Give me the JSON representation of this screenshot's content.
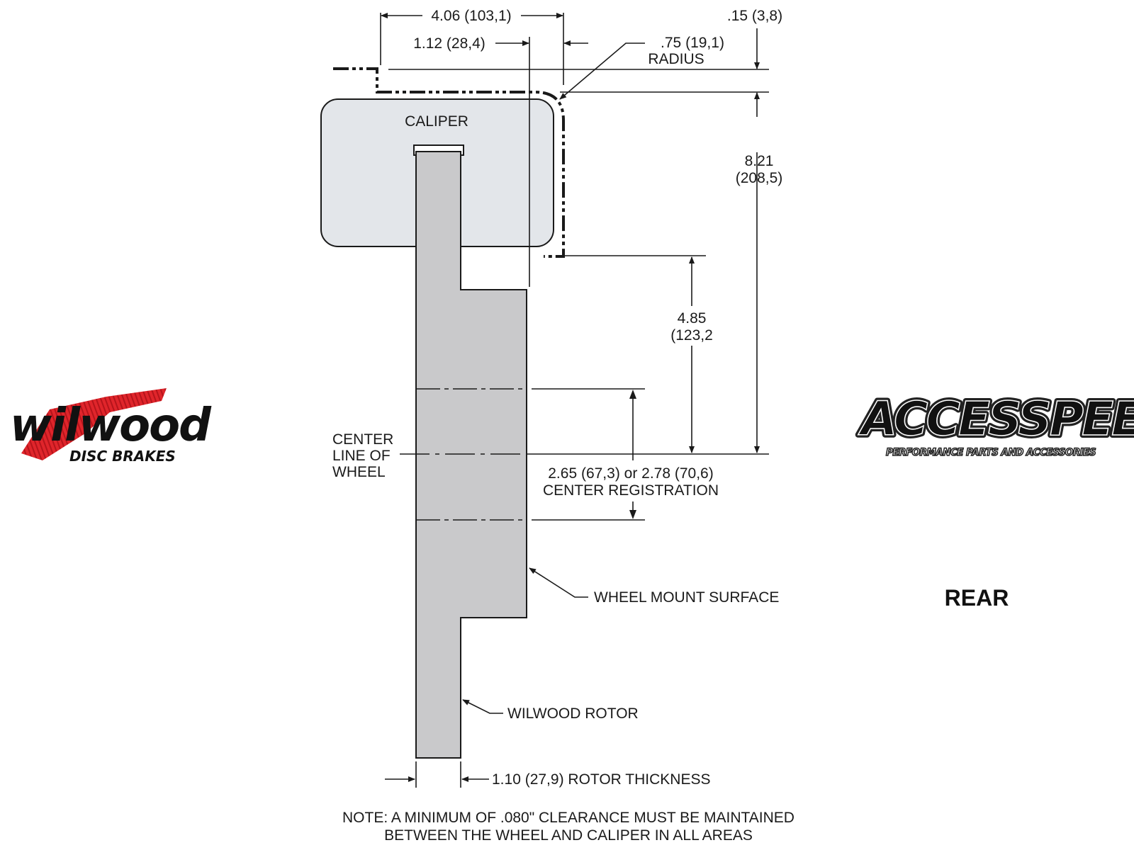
{
  "labels": {
    "caliper": "CALIPER",
    "dim_406": "4.06 (103,1)",
    "dim_112": "1.12 (28,4)",
    "dim_015": ".15 (3,8)",
    "dim_075_a": ".75 (19,1)",
    "dim_075_b": "RADIUS",
    "dim_821_a": "8.21",
    "dim_821_b": "(208,5)",
    "dim_485_a": "4.85",
    "dim_485_b": "(123,2",
    "centerline_1": "CENTER",
    "centerline_2": "LINE OF",
    "centerline_3": "WHEEL",
    "center_reg_1": "2.65 (67,3) or 2.78 (70,6)",
    "center_reg_2": "CENTER REGISTRATION",
    "wheel_mount": "WHEEL MOUNT SURFACE",
    "rotor": "WILWOOD ROTOR",
    "rotor_thickness": "1.10 (27,9) ROTOR THICKNESS",
    "note_1": "NOTE: A MINIMUM OF .080\" CLEARANCE MUST BE MAINTAINED",
    "note_2": "BETWEEN THE WHEEL AND CALIPER IN ALL AREAS",
    "view": "REAR"
  },
  "logos": {
    "wilwood_name": "wilwood",
    "wilwood_sub": "DISC BRAKES",
    "accesspeed_name": "ACCESSPEED",
    "accesspeed_sub": "PERFORMANCE PARTS AND ACCESSORIES"
  },
  "colors": {
    "caliper_fill": "#e3e6ea",
    "rotor_fill": "#c9c9cb",
    "line": "#1a1a1a",
    "wilwood_red": "#e0252b"
  }
}
